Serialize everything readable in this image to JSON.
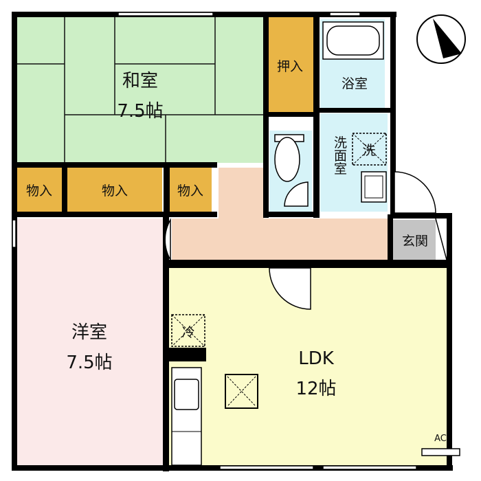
{
  "rooms": {
    "washitsu": {
      "name": "和室",
      "size": "7.5帖"
    },
    "youshitsu": {
      "name": "洋室",
      "size": "7.5帖"
    },
    "ldk": {
      "name": "LDK",
      "size": "12帖"
    },
    "oshiire": {
      "name": "押入"
    },
    "storage": [
      "物入",
      "物入",
      "物入"
    ],
    "bath": {
      "name": "浴室"
    },
    "washroom": {
      "name": "洗面室"
    },
    "entrance": {
      "name": "玄関"
    }
  },
  "fixtures": {
    "washer": "洗",
    "fridge": "冷",
    "aircon": "AC"
  },
  "colors": {
    "tatami": "#CDEFC6",
    "storage": "#E9B546",
    "wet": "#D6F3F8",
    "hall": "#F6D6BE",
    "western": "#FBE9E9",
    "ldk": "#FBFBCB",
    "entrance": "#C4C4C4"
  }
}
